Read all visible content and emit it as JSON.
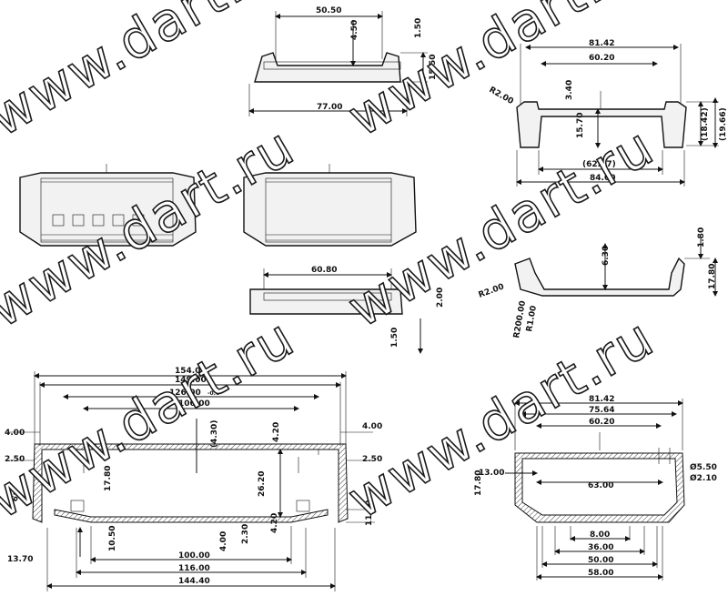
{
  "watermark": "www.dart.ru",
  "dimensions": {
    "top_view": [
      "50.50",
      "4.50",
      "1.50",
      "15.50",
      "77.00"
    ],
    "front_right": [
      "81.42",
      "60.20",
      "R2.00",
      "3.40",
      "15.70",
      "(18.42)",
      "(19.66)",
      "(62.77)",
      "84.00"
    ],
    "middle": [
      "60.80",
      "2.00",
      "1.50"
    ],
    "middle_right": [
      "1.80",
      "6.30",
      "17.80",
      "R2.00",
      "R200.00",
      "R1.00"
    ],
    "main_section": [
      "154.00",
      "149.00",
      "126.00",
      "-0.6",
      "106.00",
      "(4.30)",
      "4.20",
      "4.00",
      "4.00",
      "2.50",
      "2.50",
      "17.80",
      "26.20",
      "4.00",
      "2.30",
      "4.20",
      "10.50",
      "11.50",
      "13.70",
      "100.00",
      "116.00",
      "144.40",
      "6°"
    ],
    "right_section": [
      "81.42",
      "75.64",
      "60.20",
      "13.00",
      "17.80",
      "Ø5.50",
      "Ø2.10",
      "63.00",
      "8.00",
      "36.00",
      "50.00",
      "58.00"
    ]
  }
}
